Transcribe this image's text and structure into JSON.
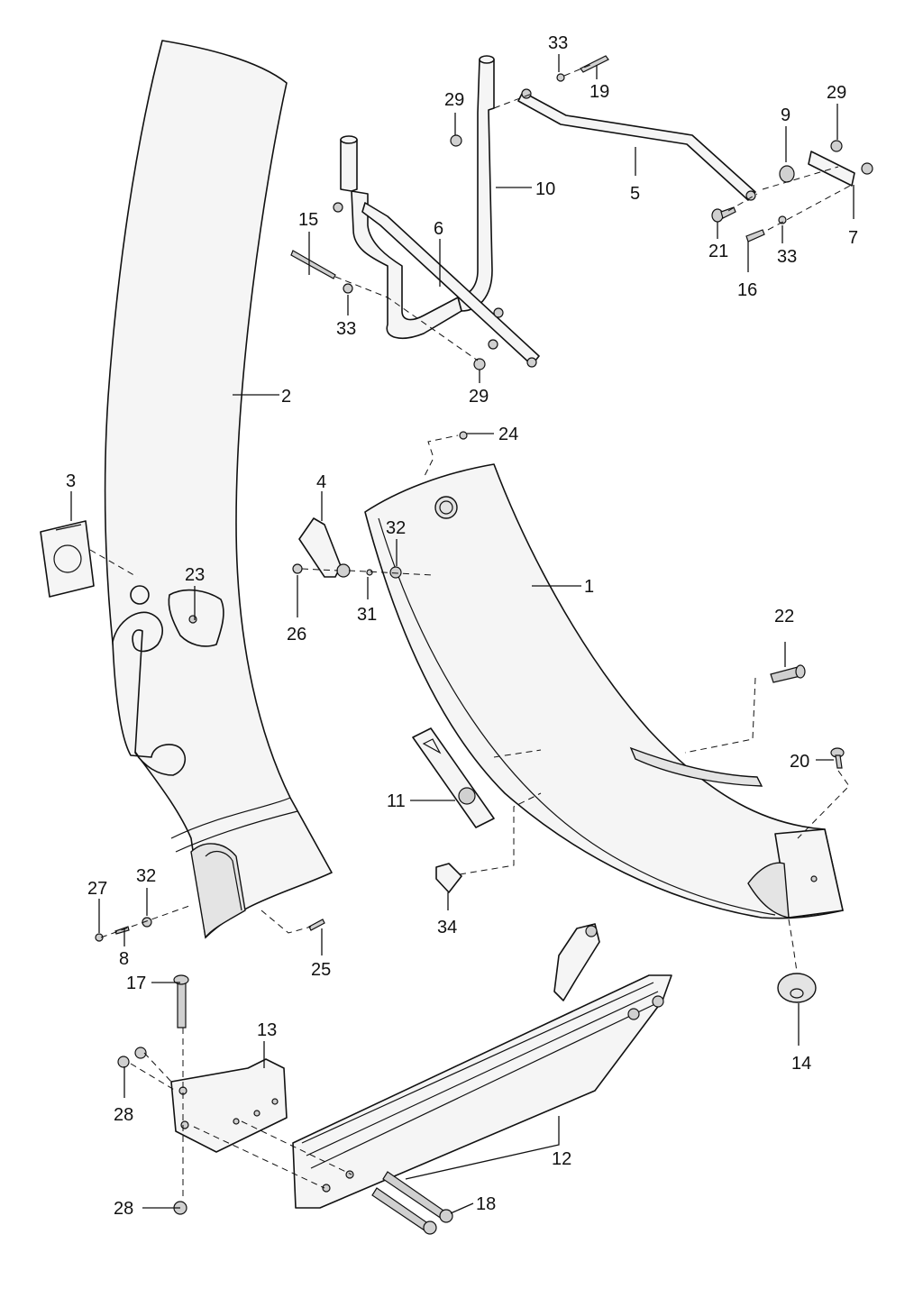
{
  "callouts": {
    "c1": "1",
    "c2": "2",
    "c3": "3",
    "c4": "4",
    "c5": "5",
    "c6": "6",
    "c7": "7",
    "c8": "8",
    "c9": "9",
    "c10": "10",
    "c11": "11",
    "c12": "12",
    "c13": "13",
    "c14": "14",
    "c15": "15",
    "c16": "16",
    "c17": "17",
    "c18": "18",
    "c19": "19",
    "c20": "20",
    "c21": "21",
    "c22": "22",
    "c23": "23",
    "c24": "24",
    "c25": "25",
    "c26": "26",
    "c27": "27",
    "c28a": "28",
    "c28b": "28",
    "c29a": "29",
    "c29b": "29",
    "c29c": "29",
    "c31": "31",
    "c32a": "32",
    "c32b": "32",
    "c33a": "33",
    "c33b": "33",
    "c33c": "33",
    "c34": "34"
  }
}
